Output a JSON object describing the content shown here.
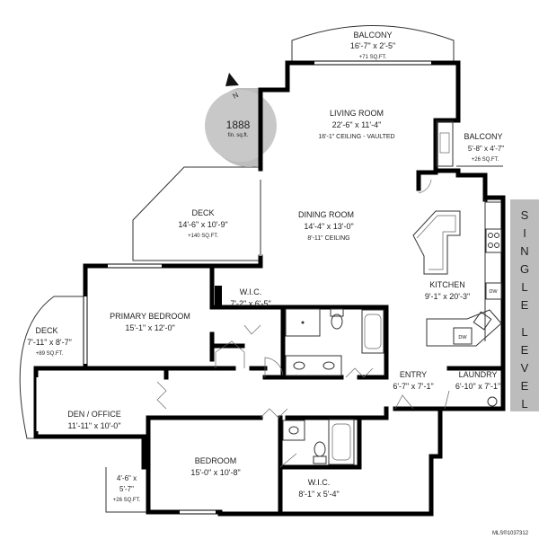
{
  "floorplan": {
    "compass": {
      "letter": "N",
      "area_value": "1888",
      "area_unit": "fin. sq.ft."
    },
    "side_label": "SINGLE LEVEL",
    "side_letters_1": [
      "S",
      "I",
      "N",
      "G",
      "L",
      "E"
    ],
    "side_letters_2": [
      "L",
      "E",
      "V",
      "E",
      "L"
    ],
    "mls_id": "MLS®1037312",
    "rooms": {
      "balcony_top": {
        "name": "BALCONY",
        "dims": "16'-7\" x 2'-5\"",
        "area": "+71 SQ.FT."
      },
      "living_room": {
        "name": "LIVING ROOM",
        "dims": "22'-6\" x 11'-4\"",
        "note": "16'-1\" CEILING - VAULTED"
      },
      "balcony_right": {
        "name": "BALCONY",
        "dims": "5'-8\" x 4'-7\"",
        "area": "+26 SQ.FT."
      },
      "deck_upper": {
        "name": "DECK",
        "dims": "14'-6\" x 10'-9\"",
        "area": "+140 SQ.FT."
      },
      "dining_room": {
        "name": "DINING ROOM",
        "dims": "14'-4\" x 13'-0\"",
        "note": "8'-11\" CEILING"
      },
      "kitchen": {
        "name": "KITCHEN",
        "dims": "9'-1\" x 20'-3\""
      },
      "wic_primary": {
        "name": "W.I.C.",
        "dims": "7'-2\" x 6'-5\""
      },
      "primary_bedroom": {
        "name": "PRIMARY BEDROOM",
        "dims": "15'-1\" x 12'-0\""
      },
      "deck_left": {
        "name": "DECK",
        "dims": "7'-11\" x 8'-7\"",
        "area": "+89 SQ.FT."
      },
      "entry": {
        "name": "ENTRY",
        "dims": "6'-7\" x 7'-1\""
      },
      "laundry": {
        "name": "LAUNDRY",
        "dims": "6'-10\" x 7'-1\""
      },
      "den_office": {
        "name": "DEN / OFFICE",
        "dims": "11'-11\" x 10'-0\""
      },
      "bedroom": {
        "name": "BEDROOM",
        "dims": "15'-0\" x 10'-8\""
      },
      "wic_second": {
        "name": "W.I.C.",
        "dims": "8'-1\" x 5'-4\""
      },
      "patio_small": {
        "dims_1": "4'-6\" x",
        "dims_2": "5'-7\"",
        "area": "+26 SQ.FT."
      }
    },
    "appliances": {
      "dw1": "DW",
      "dw2": "DW"
    }
  }
}
